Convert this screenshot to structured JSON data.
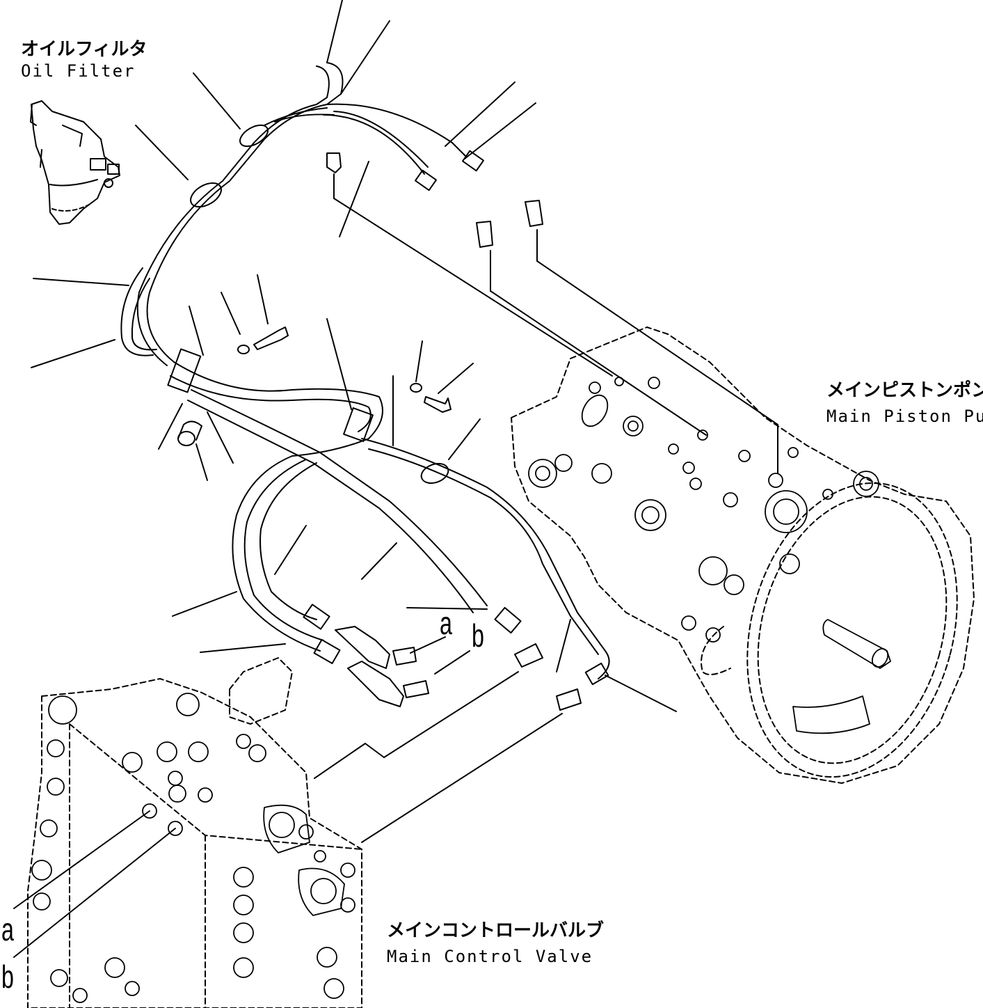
{
  "labels": {
    "oil_filter_jp": "オイルフィルタ",
    "oil_filter_en": "Oil Filter",
    "main_piston_pump_jp": "メインピストンポンプ",
    "main_piston_pump_en": "Main Piston Pump",
    "main_control_valve_jp": "メインコントロールバルブ",
    "main_control_valve_en": "Main Control Valve"
  },
  "port_letters": {
    "a_top": "a",
    "b_top": "b",
    "a_bottom": "a",
    "b_bottom": "b"
  },
  "colors": {
    "line": "#000000",
    "background": "#ffffff"
  }
}
